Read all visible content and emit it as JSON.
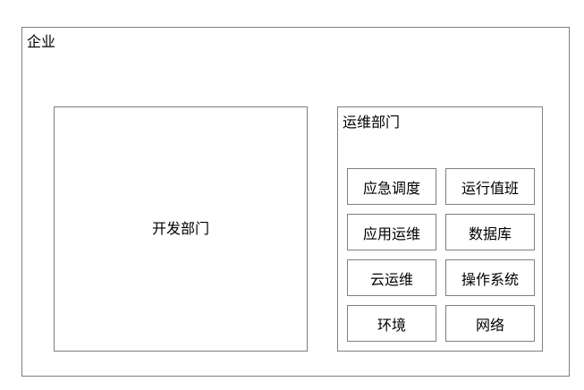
{
  "enterprise": {
    "label": "企业"
  },
  "dev_department": {
    "label": "开发部门"
  },
  "ops_department": {
    "label": "运维部门",
    "teams": [
      "应急调度",
      "运行值班",
      "应用运维",
      "数据库",
      "云运维",
      "操作系统",
      "环境",
      "网络"
    ]
  },
  "colors": {
    "border": "#7f7f7f",
    "text": "#000000",
    "background": "#ffffff"
  }
}
